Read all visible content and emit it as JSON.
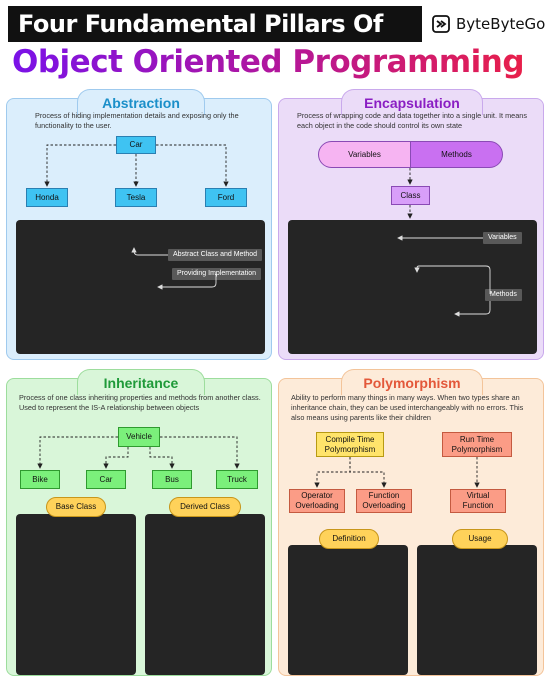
{
  "header": {
    "title_line1": "Four Fundamental Pillars Of",
    "title_line2": "Object Oriented Programming",
    "brand": "ByteByteGo"
  },
  "abstraction": {
    "title": "Abstraction",
    "description": "Process of hiding implementation details and exposing only the functionality to the user.",
    "root": "Car",
    "children": [
      "Honda",
      "Tesla",
      "Ford"
    ],
    "tags": [
      "Abstract Class and Method",
      "Providing Implementation"
    ]
  },
  "encapsulation": {
    "title": "Encapsulation",
    "description": "Process of wrapping code and data together into a single unit. It means each object in the code should control its own state",
    "pill_left": "Variables",
    "pill_right": "Methods",
    "node": "Class",
    "tags": [
      "Variables",
      "Methods"
    ]
  },
  "inheritance": {
    "title": "Inheritance",
    "description": "Process of one class inheriting properties and methods from another class. Used to represent the IS-A relationship between objects",
    "root": "Vehicle",
    "children": [
      "Bike",
      "Car",
      "Bus",
      "Truck"
    ],
    "labels": [
      "Base Class",
      "Derived Class"
    ]
  },
  "polymorphism": {
    "title": "Polymorphism",
    "description": "Ability to perform many things in many ways. When two types share an inheritance chain, they can be used interchangeably with no errors. This also means using parents like their children",
    "compile_time": "Compile Time Polymorphism",
    "run_time": "Run Time Polymorphism",
    "operator_overloading": "Operator Overloading",
    "function_overloading": "Function Overloading",
    "virtual_function": "Virtual Function",
    "labels": [
      "Definition",
      "Usage"
    ]
  },
  "colors": {
    "abstraction": "#1b8fc9",
    "encapsulation": "#8a1ec3",
    "inheritance": "#1f9a39",
    "polymorphism": "#e3583a",
    "code_bg": "#252525"
  }
}
